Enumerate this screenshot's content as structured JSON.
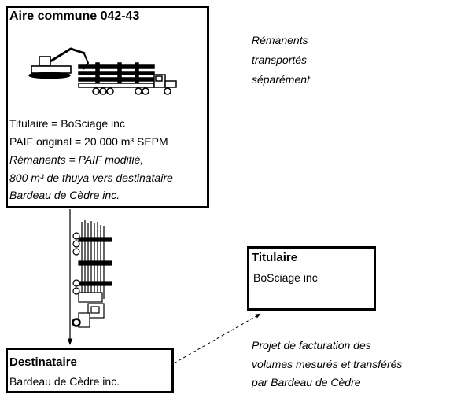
{
  "area_box": {
    "title": "Aire commune 042-43",
    "line1": "Titulaire = BoSciage inc",
    "line2": "PAIF original = 20 000 m³ SEPM",
    "line3": "Rémanents = PAIF modifié,",
    "line4": "800 m³ de thuya vers destinataire",
    "line5": "Bardeau de Cèdre inc."
  },
  "note_top": [
    "Rémanents",
    "transportés",
    "séparément"
  ],
  "holder_box": {
    "title": "Titulaire",
    "name": "BoSciage inc"
  },
  "dest_box": {
    "title": "Destinataire",
    "name": "Bardeau de Cèdre inc."
  },
  "note_bottom": [
    "Projet de facturation  des",
    "volumes mesurés et transférés",
    "par  Bardeau de Cèdre"
  ],
  "icons": [
    "excavator-icon",
    "log-truck-icon",
    "loaded-truck-icon"
  ]
}
